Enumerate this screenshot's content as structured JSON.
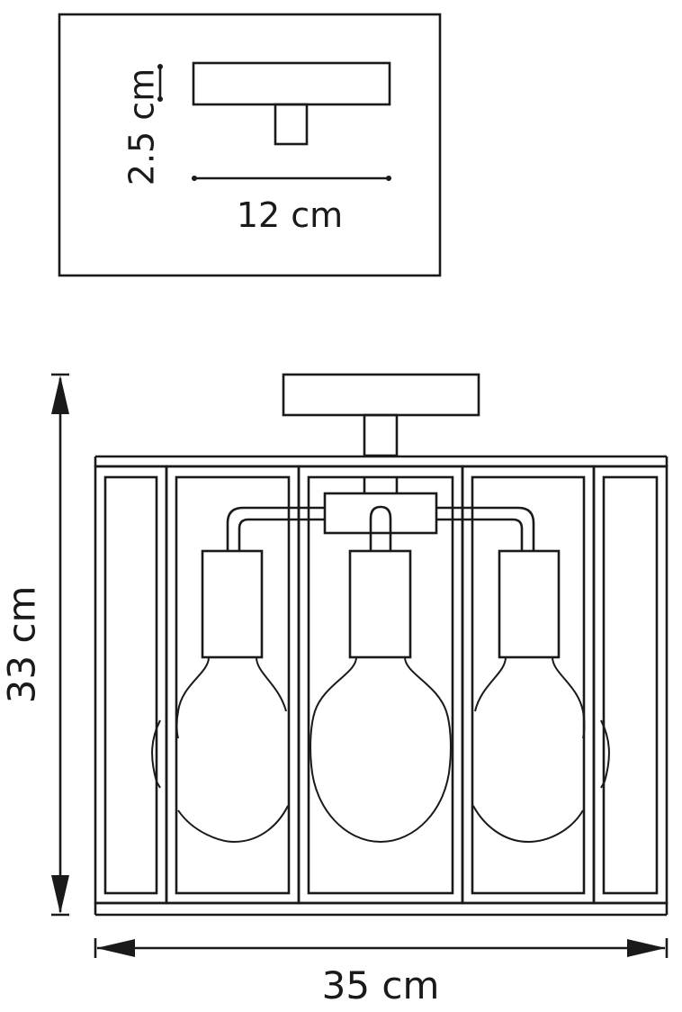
{
  "inset": {
    "depth_label": "2.5 cm",
    "width_label": "12 cm"
  },
  "main": {
    "height_label": "33 cm",
    "width_label": "35 cm"
  }
}
